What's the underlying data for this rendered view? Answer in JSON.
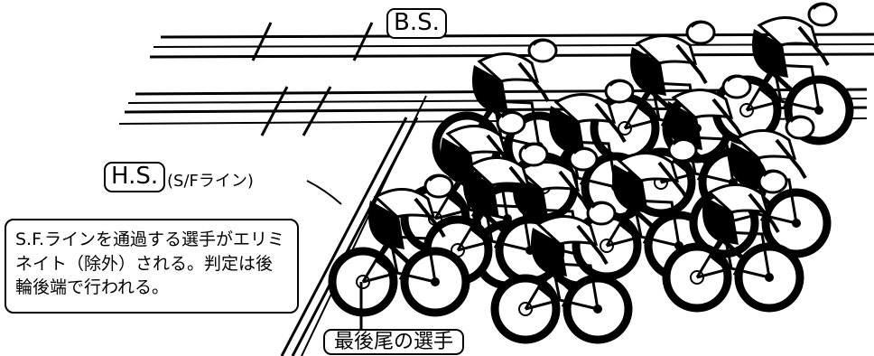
{
  "labels": {
    "backstretch": "B.S.",
    "homestretch": "H.S.",
    "sf_line": "(S/Fライン)",
    "last_rider": "最後尾の選手"
  },
  "note": {
    "text": "S.F.ラインを通過する選手がエリミネイト（除外）される。判定は後輪後端で行われる。"
  },
  "colors": {
    "ink": "#000000",
    "paper": "#ffffff"
  },
  "icons": [
    "cyclist-icon"
  ]
}
